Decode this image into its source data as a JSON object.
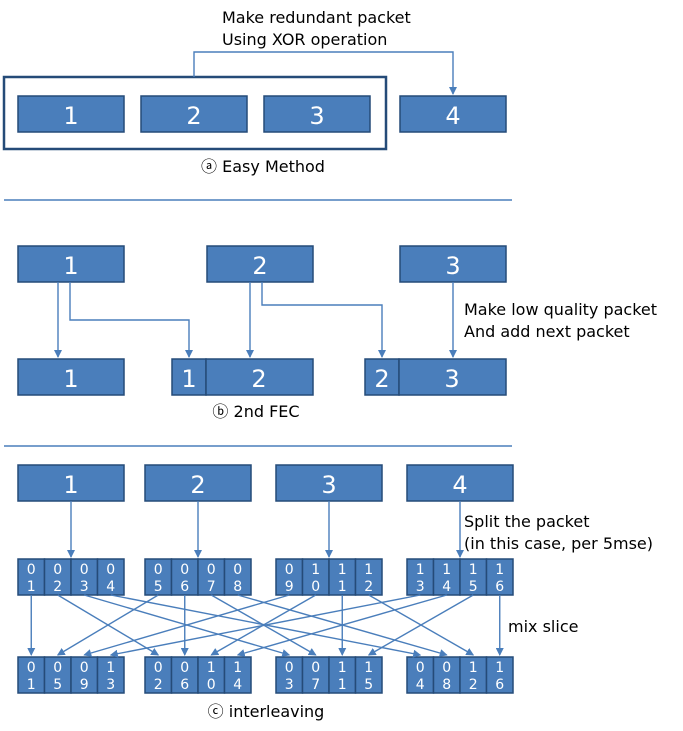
{
  "easy": {
    "packets": [
      "1",
      "2",
      "3"
    ],
    "redundant": "4",
    "note_line1": "Make redundant packet",
    "note_line2": "Using XOR operation",
    "caption": "ⓐ Easy Method"
  },
  "fec": {
    "top": [
      "1",
      "2",
      "3"
    ],
    "bottom_first": "1",
    "bottom_pairs": [
      [
        "1",
        "2"
      ],
      [
        "2",
        "3"
      ]
    ],
    "note_line1": "Make low quality packet",
    "note_line2": "And add next packet",
    "caption": "ⓑ 2nd FEC"
  },
  "interleave": {
    "packets": [
      "1",
      "2",
      "3",
      "4"
    ],
    "split_line1": "Split the packet",
    "split_line2": "(in this case, per 5mse)",
    "mix_label": "mix slice",
    "slices_top": [
      [
        [
          "0",
          "1"
        ],
        [
          "0",
          "2"
        ],
        [
          "0",
          "3"
        ],
        [
          "0",
          "4"
        ]
      ],
      [
        [
          "0",
          "5"
        ],
        [
          "0",
          "6"
        ],
        [
          "0",
          "7"
        ],
        [
          "0",
          "8"
        ]
      ],
      [
        [
          "0",
          "9"
        ],
        [
          "1",
          "0"
        ],
        [
          "1",
          "1"
        ],
        [
          "1",
          "2"
        ]
      ],
      [
        [
          "1",
          "3"
        ],
        [
          "1",
          "4"
        ],
        [
          "1",
          "5"
        ],
        [
          "1",
          "6"
        ]
      ]
    ],
    "slices_bottom": [
      [
        [
          "0",
          "1"
        ],
        [
          "0",
          "5"
        ],
        [
          "0",
          "9"
        ],
        [
          "1",
          "3"
        ]
      ],
      [
        [
          "0",
          "2"
        ],
        [
          "0",
          "6"
        ],
        [
          "1",
          "0"
        ],
        [
          "1",
          "4"
        ]
      ],
      [
        [
          "0",
          "3"
        ],
        [
          "0",
          "7"
        ],
        [
          "1",
          "1"
        ],
        [
          "1",
          "5"
        ]
      ],
      [
        [
          "0",
          "4"
        ],
        [
          "0",
          "8"
        ],
        [
          "1",
          "2"
        ],
        [
          "1",
          "6"
        ]
      ]
    ],
    "caption": "ⓒ interleaving"
  }
}
